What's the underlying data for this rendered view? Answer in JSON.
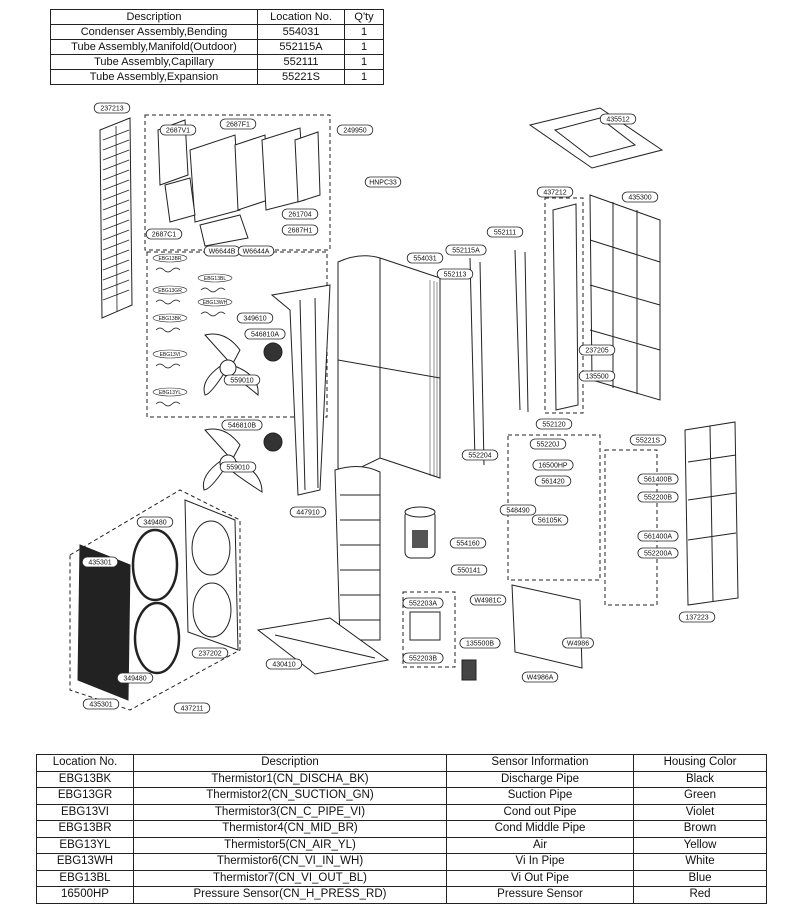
{
  "parts_table": {
    "headers": [
      "Description",
      "Location No.",
      "Q'ty"
    ],
    "rows": [
      [
        "Condenser Assembly,Bending",
        "554031",
        "1"
      ],
      [
        "Tube Assembly,Manifold(Outdoor)",
        "552115A",
        "1"
      ],
      [
        "Tube Assembly,Capillary",
        "552111",
        "1"
      ],
      [
        "Tube Assembly,Expansion",
        "55221S",
        "1"
      ]
    ]
  },
  "diagram": {
    "callouts": [
      "237213",
      "2687V1",
      "2687F1",
      "249950",
      "HNPC33",
      "261704",
      "2687H1",
      "2687C1",
      "W6644B",
      "W6644A",
      "435512",
      "437212",
      "435300",
      "554031",
      "552115A",
      "552111",
      "552113",
      "349610",
      "546810A",
      "559010",
      "546810B",
      "559010",
      "237205",
      "135500",
      "552120",
      "55221S",
      "552204",
      "55220J",
      "16500HP",
      "561420",
      "548490",
      "56105K",
      "561400B",
      "552200B",
      "561400A",
      "552200A",
      "447910",
      "554160",
      "550141",
      "349480",
      "435301",
      "237202",
      "552203A",
      "552203B",
      "W4981C",
      "135500B",
      "W4986",
      "W4986A",
      "430410",
      "437211",
      "137223",
      "349480",
      "435301"
    ],
    "connector_labels": [
      "EBG13BR",
      "EBG13BL",
      "EBG13GR",
      "EBG13WH",
      "EBG13BK",
      "EBG13VI",
      "EBG13YL"
    ]
  },
  "sensor_table": {
    "headers": [
      "Location No.",
      "Description",
      "Sensor Information",
      "Housing Color"
    ],
    "rows": [
      [
        "EBG13BK",
        "Thermistor1(CN_DISCHA_BK)",
        "Discharge Pipe",
        "Black"
      ],
      [
        "EBG13GR",
        "Thermistor2(CN_SUCTION_GN)",
        "Suction Pipe",
        "Green"
      ],
      [
        "EBG13VI",
        "Thermistor3(CN_C_PIPE_VI)",
        "Cond out Pipe",
        "Violet"
      ],
      [
        "EBG13BR",
        "Thermistor4(CN_MID_BR)",
        "Cond Middle Pipe",
        "Brown"
      ],
      [
        "EBG13YL",
        "Thermistor5(CN_AIR_YL)",
        "Air",
        "Yellow"
      ],
      [
        "EBG13WH",
        "Thermistor6(CN_VI_IN_WH)",
        "Vi In Pipe",
        "White"
      ],
      [
        "EBG13BL",
        "Thermistor7(CN_VI_OUT_BL)",
        "Vi Out Pipe",
        "Blue"
      ],
      [
        "16500HP",
        "Pressure Sensor(CN_H_PRESS_RD)",
        "Pressure Sensor",
        "Red"
      ]
    ]
  }
}
